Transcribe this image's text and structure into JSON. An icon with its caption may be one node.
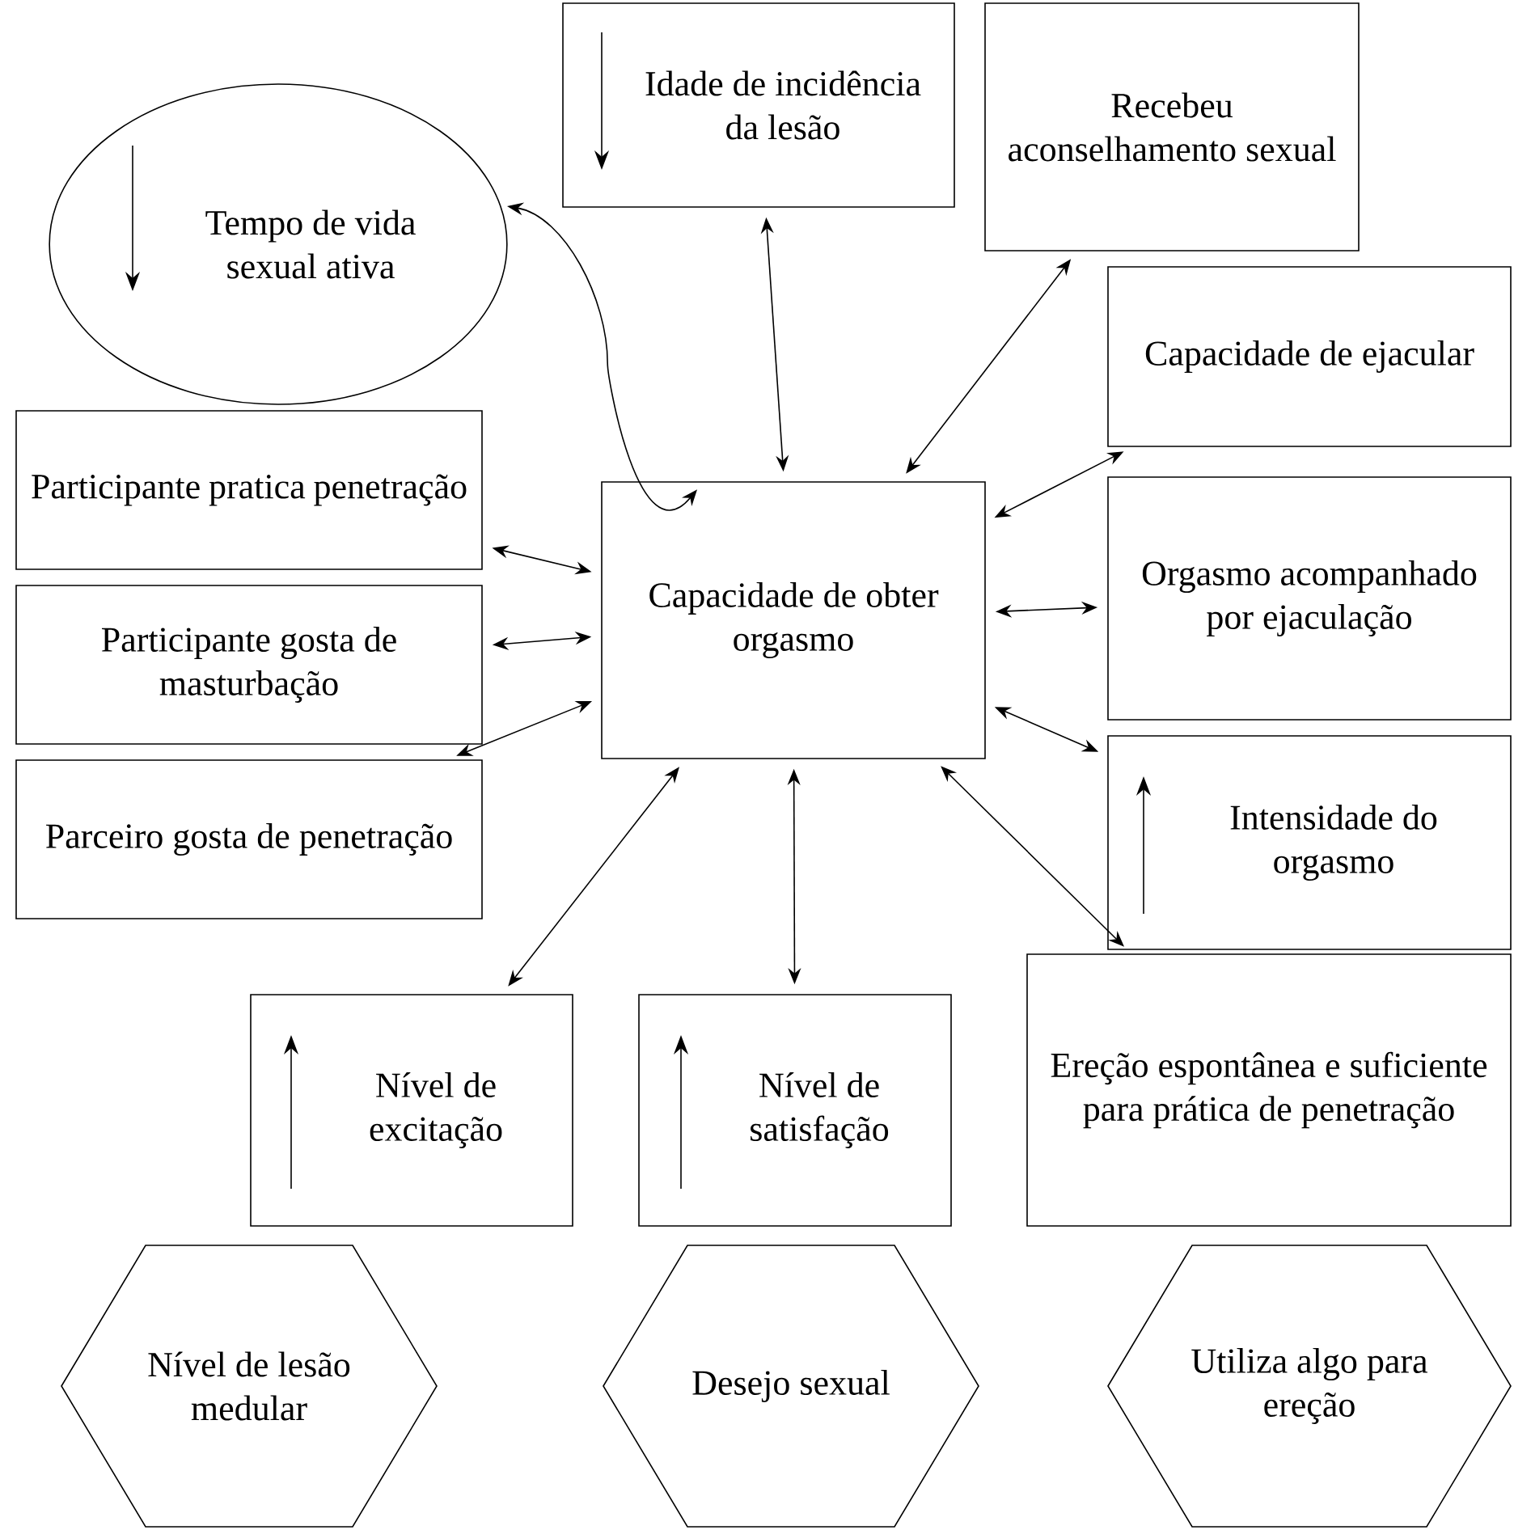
{
  "diagram": {
    "nodes": [
      {
        "text": [
          "Capacidade de obter orgasmo"
        ]
      },
      {
        "text": [
          "Tempo de vida sexual ativa"
        ]
      },
      {
        "text": [
          "Idade de incidência da lesão"
        ]
      },
      {
        "text": [
          "Recebeu aconselhamento sexual"
        ]
      },
      {
        "text": [
          "Capacidade de ejacular"
        ]
      },
      {
        "text": [
          "Participante pratica penetração"
        ]
      },
      {
        "text": [
          "Orgasmo acompanhado por ejaculação"
        ]
      },
      {
        "text": [
          "Participante gosta de masturbação"
        ]
      },
      {
        "text": [
          "Parceiro gosta de penetração"
        ]
      },
      {
        "text": [
          "Intensidade do orgasmo"
        ]
      },
      {
        "text": [
          "Nível de excitação"
        ]
      },
      {
        "text": [
          "Nível de satisfação"
        ]
      },
      {
        "text": [
          "Ereção espontânea e suficiente para prática de penetração"
        ]
      },
      {
        "text": [
          "Nível de lesão medular"
        ]
      },
      {
        "text": [
          "Desejo sexual"
        ]
      },
      {
        "text": [
          "Utiliza algo para ereção"
        ]
      }
    ],
    "edges": [
      {
        "from": 0,
        "to": 1,
        "arrow": "both"
      },
      {
        "from": 0,
        "to": 2,
        "arrow": "both"
      },
      {
        "from": 0,
        "to": 3,
        "arrow": "both"
      },
      {
        "from": 0,
        "to": 4,
        "arrow": "both"
      },
      {
        "from": 0,
        "to": 5,
        "arrow": "both"
      },
      {
        "from": 0,
        "to": 6,
        "arrow": "both"
      },
      {
        "from": 0,
        "to": 7,
        "arrow": "both"
      },
      {
        "from": 0,
        "to": 8,
        "arrow": "both"
      },
      {
        "from": 0,
        "to": 9,
        "arrow": "both"
      },
      {
        "from": 0,
        "to": 10,
        "arrow": "both"
      },
      {
        "from": 0,
        "to": 11,
        "arrow": "both"
      },
      {
        "from": 0,
        "to": 12,
        "arrow": "both"
      }
    ]
  }
}
